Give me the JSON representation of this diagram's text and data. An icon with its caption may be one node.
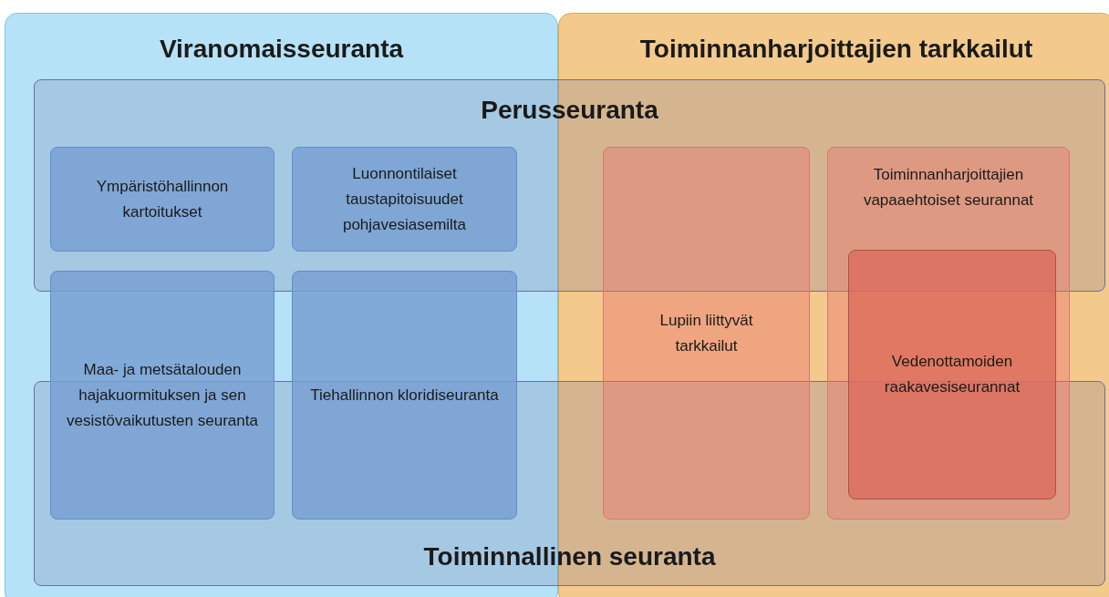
{
  "diagram": {
    "nodes": [
      {
        "text": [
          "Viranomaisseuranta"
        ]
      },
      {
        "text": [
          "Toiminnanharjoittajien tarkkailut"
        ]
      },
      {
        "text": [
          "Perusseuranta"
        ]
      },
      {
        "text": [
          "Ympäristöhallinnon kartoitukset"
        ]
      },
      {
        "text": [
          "Luonnontilaiset taustapitoisuudet pohjavesiasemilta"
        ]
      },
      {
        "text": [
          "Lupiin liittyvät tarkkailut"
        ],
        "in": 1
      },
      {
        "text": [
          "Toiminnanharjoittajien vapaaehtoiset seurannat"
        ],
        "in": 1
      },
      {
        "text": [
          "Vedenottamoiden raakavesiseurannat"
        ],
        "in": 6
      },
      {
        "text": [
          "Maa- ja metsätalouden hajakuormituksen ja sen vesistövaikutusten seuranta"
        ],
        "in": 0
      },
      {
        "text": [
          "Tiehallinnon kloridiseuranta"
        ],
        "in": 0
      },
      {
        "text": [
          "Toiminnallinen seuranta"
        ]
      }
    ]
  }
}
